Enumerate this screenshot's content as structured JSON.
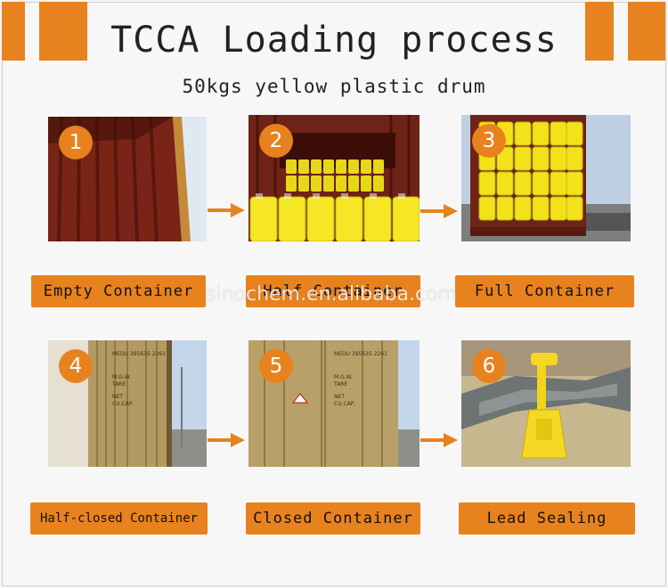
{
  "title": "TCCA Loading process",
  "subtitle": "50kgs yellow plastic drum",
  "watermark": "sinochem.en.alibaba.com",
  "colors": {
    "accent": "#e8821e",
    "drum": "#f2e21a",
    "container_red": "#8a2a1e",
    "container_tan": "#b8a169"
  },
  "steps": [
    {
      "number": "1",
      "label": "Empty Container"
    },
    {
      "number": "2",
      "label": "Half Container"
    },
    {
      "number": "3",
      "label": "Full Container"
    },
    {
      "number": "4",
      "label": "Half-closed Container"
    },
    {
      "number": "5",
      "label": "Closed Container"
    },
    {
      "number": "6",
      "label": "Lead Sealing"
    }
  ],
  "container_markings": {
    "d1": "MEDU 395635 2261",
    "d2": "M.G.W.",
    "d3": "TARE",
    "d4": "NET",
    "d5": "CU.CAP."
  }
}
